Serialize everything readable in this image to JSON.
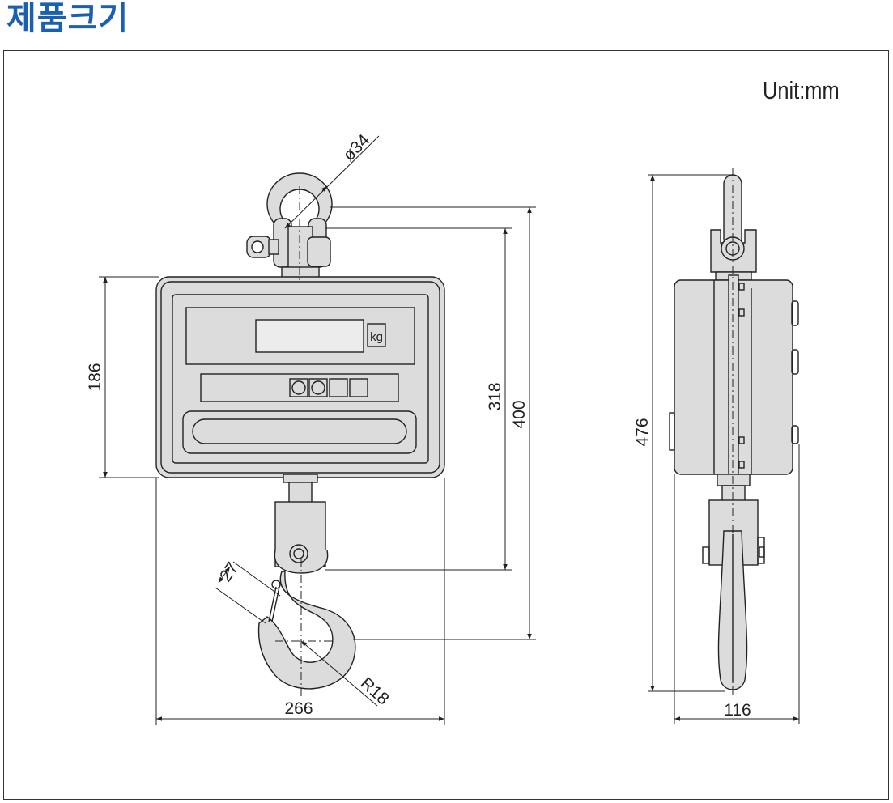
{
  "title": "제품크기",
  "unit_label": "Unit:mm",
  "front_view": {
    "shackle_diameter": "ø34",
    "body_height": "186",
    "eye_to_hook_eye": "318",
    "total_front": "400",
    "hook_opening": "27",
    "hook_radius": "R18",
    "width": "266",
    "display_unit": "kg"
  },
  "side_view": {
    "total_height": "476",
    "depth": "116"
  },
  "colors": {
    "title": "#1a5fb0",
    "body_fill": "#dcdcdc",
    "line": "#222222"
  }
}
